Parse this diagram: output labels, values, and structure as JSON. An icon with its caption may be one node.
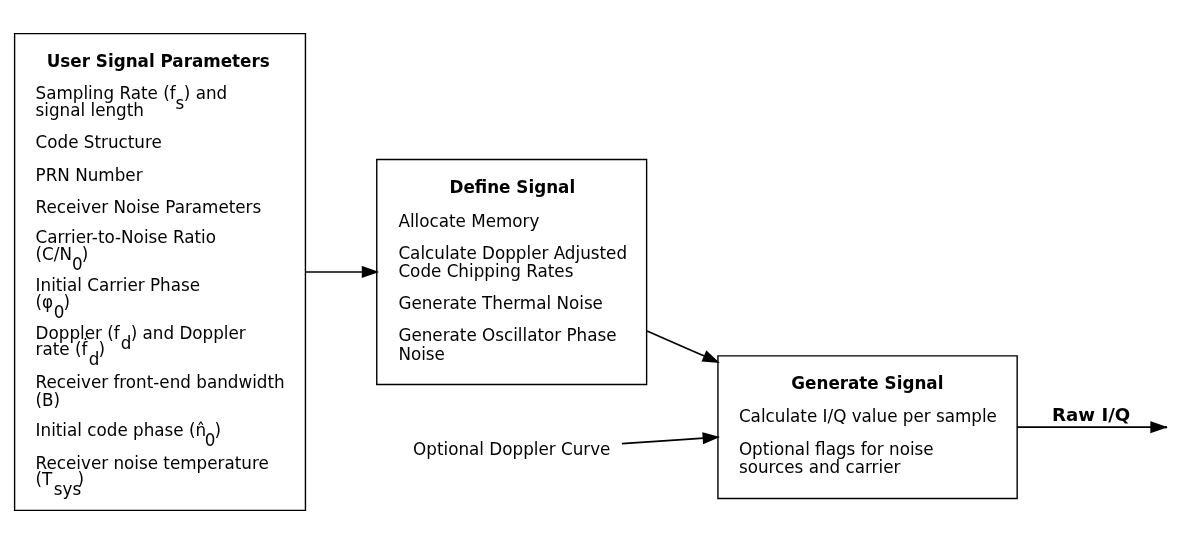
{
  "diagram": {
    "nodes": [
      {
        "text": [
          "User Signal Parameters",
          "Sampling Rate (f$_{s}$) and signal length",
          "Code Structure",
          "PRN Number",
          "Receiver Noise Parameters",
          "Carrier-to-Noise Ratio (C/N$_{0}$)",
          "Initial Carrier Phase (φ$_{0}$)",
          "Doppler (f$_{d}$) and Doppler rate (ḟ$_{d}$)",
          "Receiver front-end bandwidth (B)",
          "Initial code phase (n̂$_{0}$)",
          "Receiver noise temperature (T$_{sys}$)"
        ]
      },
      {
        "text": [
          "Define Signal",
          "Allocate Memory",
          "Calculate Doppler Adjusted Code Chipping Rates",
          "Generate Thermal Noise",
          "Generate Oscillator Phase Noise"
        ]
      },
      {
        "text": [
          "Generate Signal",
          "Calculate I/Q value per sample",
          "Optional flags for noise sources and carrier"
        ]
      },
      {
        "text": [
          "Optional Doppler Curve"
        ]
      }
    ],
    "edges": [
      {
        "from": 0,
        "to": 1,
        "arrow": "to"
      },
      {
        "from": 1,
        "to": 2,
        "arrow": "to"
      },
      {
        "from": 3,
        "to": 2,
        "arrow": "to"
      },
      {
        "from": 2,
        "to": null,
        "arrow": "to",
        "label": "Raw I/Q"
      }
    ]
  }
}
